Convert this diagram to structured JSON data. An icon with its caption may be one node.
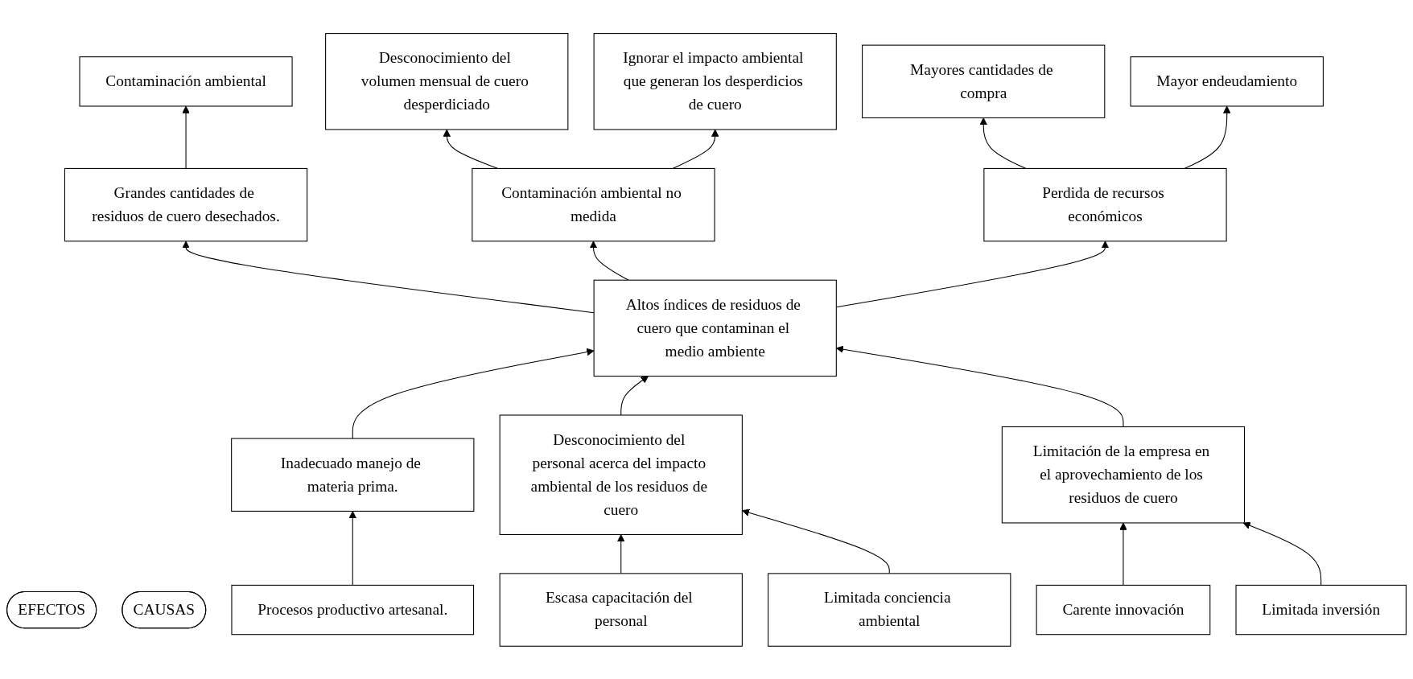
{
  "diagram": {
    "nodes": [
      {
        "text": [
          "Contaminación ambiental"
        ]
      },
      {
        "text": [
          "Desconocimiento del volumen mensual de cuero desperdiciado"
        ]
      },
      {
        "text": [
          "Ignorar el impacto ambiental que generan los desperdicios de cuero"
        ]
      },
      {
        "text": [
          "Mayores cantidades de compra"
        ]
      },
      {
        "text": [
          "Mayor endeudamiento"
        ]
      },
      {
        "text": [
          "EFECTOS"
        ]
      },
      {
        "text": [
          "Grandes cantidades de residuos de cuero desechados."
        ]
      },
      {
        "text": [
          "Contaminación ambiental no medida"
        ]
      },
      {
        "text": [
          "Perdida de recursos económicos"
        ]
      },
      {
        "text": [
          "Altos índices de residuos de cuero que contaminan el medio ambiente"
        ]
      },
      {
        "text": [
          "CAUSAS"
        ]
      },
      {
        "text": [
          "Inadecuado manejo de materia prima."
        ]
      },
      {
        "text": [
          "Desconocimiento del personal acerca del impacto ambiental de los residuos de cuero"
        ]
      },
      {
        "text": [
          "Limitación de la empresa en el aprovechamiento de los residuos de cuero"
        ]
      },
      {
        "text": [
          "Procesos productivo artesanal."
        ]
      },
      {
        "text": [
          "Escasa capacitación del personal"
        ]
      },
      {
        "text": [
          "Limitada conciencia ambiental"
        ]
      },
      {
        "text": [
          "Carente innovación"
        ]
      },
      {
        "text": [
          "Limitada inversión"
        ]
      }
    ],
    "edges": [
      {
        "from": 6,
        "to": 0,
        "arrow": "to"
      },
      {
        "from": 7,
        "to": 1,
        "arrow": "to"
      },
      {
        "from": 7,
        "to": 2,
        "arrow": "to"
      },
      {
        "from": 8,
        "to": 3,
        "arrow": "to"
      },
      {
        "from": 8,
        "to": 4,
        "arrow": "to"
      },
      {
        "from": 9,
        "to": 6,
        "arrow": "to"
      },
      {
        "from": 9,
        "to": 7,
        "arrow": "to"
      },
      {
        "from": 9,
        "to": 8,
        "arrow": "to"
      },
      {
        "from": 11,
        "to": 9,
        "arrow": "to"
      },
      {
        "from": 12,
        "to": 9,
        "arrow": "to"
      },
      {
        "from": 13,
        "to": 9,
        "arrow": "to"
      },
      {
        "from": 14,
        "to": 11,
        "arrow": "to"
      },
      {
        "from": 15,
        "to": 12,
        "arrow": "to"
      },
      {
        "from": 16,
        "to": 12,
        "arrow": "to"
      },
      {
        "from": 17,
        "to": 13,
        "arrow": "to"
      },
      {
        "from": 18,
        "to": 13,
        "arrow": "to"
      }
    ]
  }
}
